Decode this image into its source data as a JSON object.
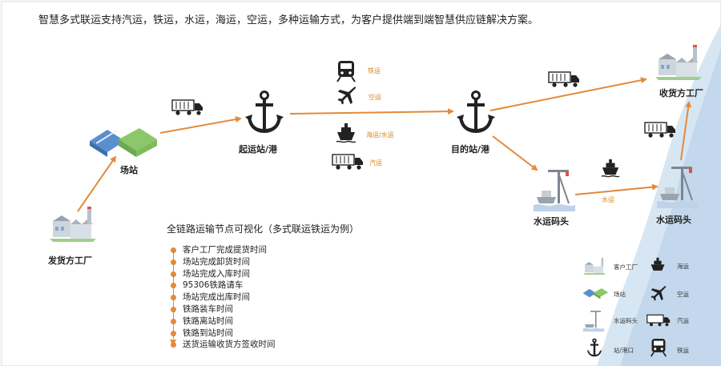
{
  "header": {
    "title": "智慧多式联运支持汽运，铁运，水运，海运，空运，多种运输方式，为客户提供端到端智慧供应链解决方案。"
  },
  "nodes": {
    "shipper_factory": "发货方工厂",
    "yard": "场站",
    "origin_station": "起运站/港",
    "dest_station": "目的站/港",
    "water_terminal_left": "水运码头",
    "water_terminal_right": "水运码头",
    "consignee_factory": "收货方工厂"
  },
  "modes": {
    "rail": "铁运",
    "air": "空运",
    "sea_water": "海运/水运",
    "truck": "汽运",
    "water": "水运"
  },
  "timeline": {
    "title": "全链路运输节点可视化（多式联运铁运为例）",
    "items": [
      "客户工厂完成提货时间",
      "场站完成卸货时间",
      "场站完成入库时间",
      "95306铁路请车",
      "场站完成出库时间",
      "铁路装车时间",
      "铁路离站时间",
      "铁路到站时间",
      "送货运输收货方签收时间"
    ]
  },
  "legend": {
    "factory": "客户工厂",
    "sea": "海运",
    "yard": "场站",
    "air": "空运",
    "terminal": "水运码头",
    "truck": "汽运",
    "port": "站/港口",
    "rail": "铁运"
  },
  "colors": {
    "route": "#e38a3a",
    "mode_text": "#d4871e",
    "icon_dark": "#222222",
    "sea_band": "#cfe0f0"
  }
}
